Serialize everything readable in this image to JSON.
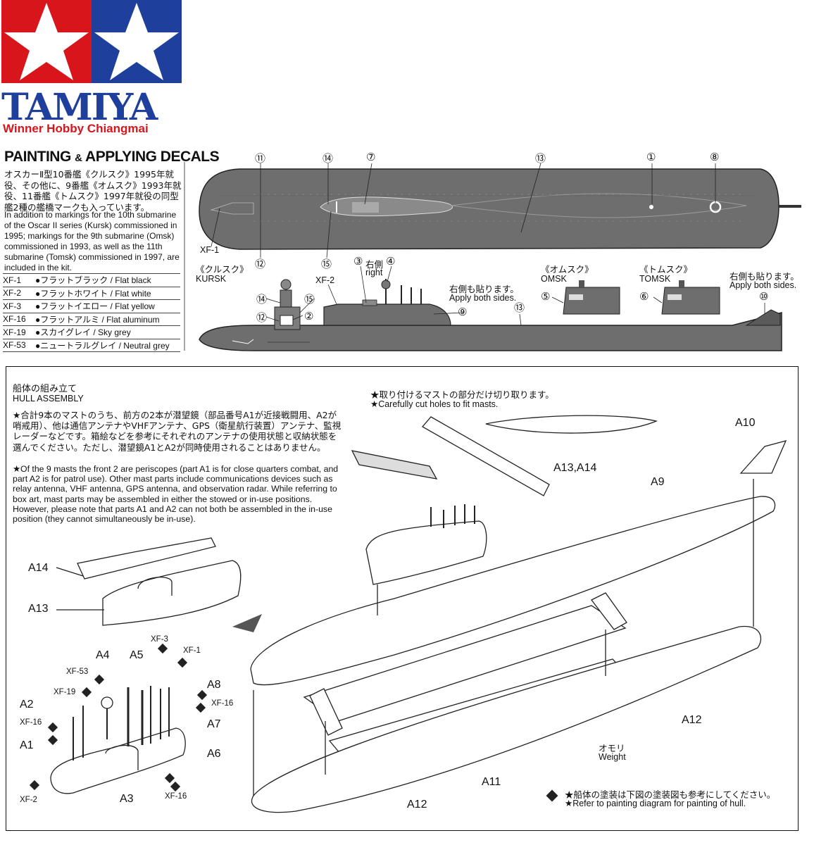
{
  "logo": {
    "brand": "TAMIYA",
    "subtitle": "Winner Hobby Chiangmai",
    "colors": {
      "red": "#d8151b",
      "blue": "#1f3f9c"
    }
  },
  "painting": {
    "title_main": "PAINTING",
    "title_amp": "&",
    "title_rest": "APPLYING DECALS",
    "jp_text": "オスカーⅡ型10番艦《クルスク》1995年就役、その他に、9番艦《オムスク》1993年就役、11番艦《トムスク》1997年就役の同型艦2種の艦橋マークも入っています。",
    "en_text": "In addition to markings for the 10th submarine of the Oscar II series (Kursk) commissioned in 1995; markings for the 9th submarine (Omsk) commissioned in 1993, as well as the 11th submarine (Tomsk) commissioned in 1997, are included in the kit.",
    "legend": [
      {
        "code": "XF-1",
        "label": "●フラットブラック / Flat black"
      },
      {
        "code": "XF-2",
        "label": "●フラットホワイト / Flat white"
      },
      {
        "code": "XF-3",
        "label": "●フラットイエロー / Flat yellow"
      },
      {
        "code": "XF-16",
        "label": "●フラットアルミ / Flat aluminum"
      },
      {
        "code": "XF-19",
        "label": "●スカイグレイ / Sky grey"
      },
      {
        "code": "XF-53",
        "label": "●ニュートラルグレイ / Neutral grey"
      }
    ],
    "callouts": {
      "c11": "⑪",
      "c14": "⑭",
      "c7": "⑦",
      "c13": "⑬",
      "c1": "①",
      "c8": "⑧",
      "c12": "⑫",
      "c15": "⑮",
      "c3": "③",
      "c4": "④",
      "c2": "②",
      "c9": "⑨",
      "c5": "⑤",
      "c6": "⑥",
      "c10": "⑩"
    },
    "xf1": "XF-1",
    "xf2": "XF-2",
    "kursk_jp": "《クルスク》",
    "kursk_en": "KURSK",
    "omsk_jp": "《オムスク》",
    "omsk_en": "OMSK",
    "tomsk_jp": "《トムスク》",
    "tomsk_en": "TOMSK",
    "right_jp": "右側",
    "right_en": "right",
    "both_sides_jp": "右側も貼ります。",
    "both_sides_en": "Apply both sides.",
    "hull_gray": "#6e6e6e"
  },
  "hull": {
    "title_jp": "船体の組み立て",
    "title_en": "HULL ASSEMBLY",
    "jp_text": "★合計9本のマストのうち、前方の2本が潜望鏡（部品番号A1が近接戦闘用、A2が哨戒用）、他は通信アンテナやVHFアンテナ、GPS（衛星航行装置）アンテナ、監視レーダーなどです。箱絵などを参考にそれぞれのアンテナの使用状態と収納状態を選んでください。ただし、潜望鏡A1とA2が同時使用されることはありません。",
    "en_text": "★Of the 9 masts the front 2 are periscopes (part A1 is for close quarters combat, and part A2 is for patrol use). Other mast parts include communications devices such as relay antenna, VHF antenna, GPS antenna, and observation radar. While referring to box art, mast parts may be assembled in either the stowed or in-use positions. However, please note that parts A1 and A2 can not both be assembled in the in-use position (they cannot simultaneously be in-use).",
    "cut_note_jp": "★取り付けるマストの部分だけ切り取ります。",
    "cut_note_en": "★Carefully cut holes to fit masts.",
    "parts": {
      "a14": "A14",
      "a13": "A13",
      "a13_14": "A13,A14",
      "a10": "A10",
      "a9": "A9",
      "a4": "A4",
      "a5": "A5",
      "a8": "A8",
      "a2": "A2",
      "a7": "A7",
      "a1": "A1",
      "a6": "A6",
      "a3": "A3",
      "a12a": "A12",
      "a12b": "A12",
      "a11": "A11"
    },
    "xf": {
      "xf3": "XF-3",
      "xf1": "XF-1",
      "xf53": "XF-53",
      "xf19": "XF-19",
      "xf16a": "XF-16",
      "xf16b": "XF-16",
      "xf16c": "XF-16",
      "xf2": "XF-2"
    },
    "weight_jp": "オモリ",
    "weight_en": "Weight",
    "refer_jp": "★船体の塗装は下図の塗装図も参考にしてください。",
    "refer_en": "★Refer to painting diagram for painting of hull."
  }
}
